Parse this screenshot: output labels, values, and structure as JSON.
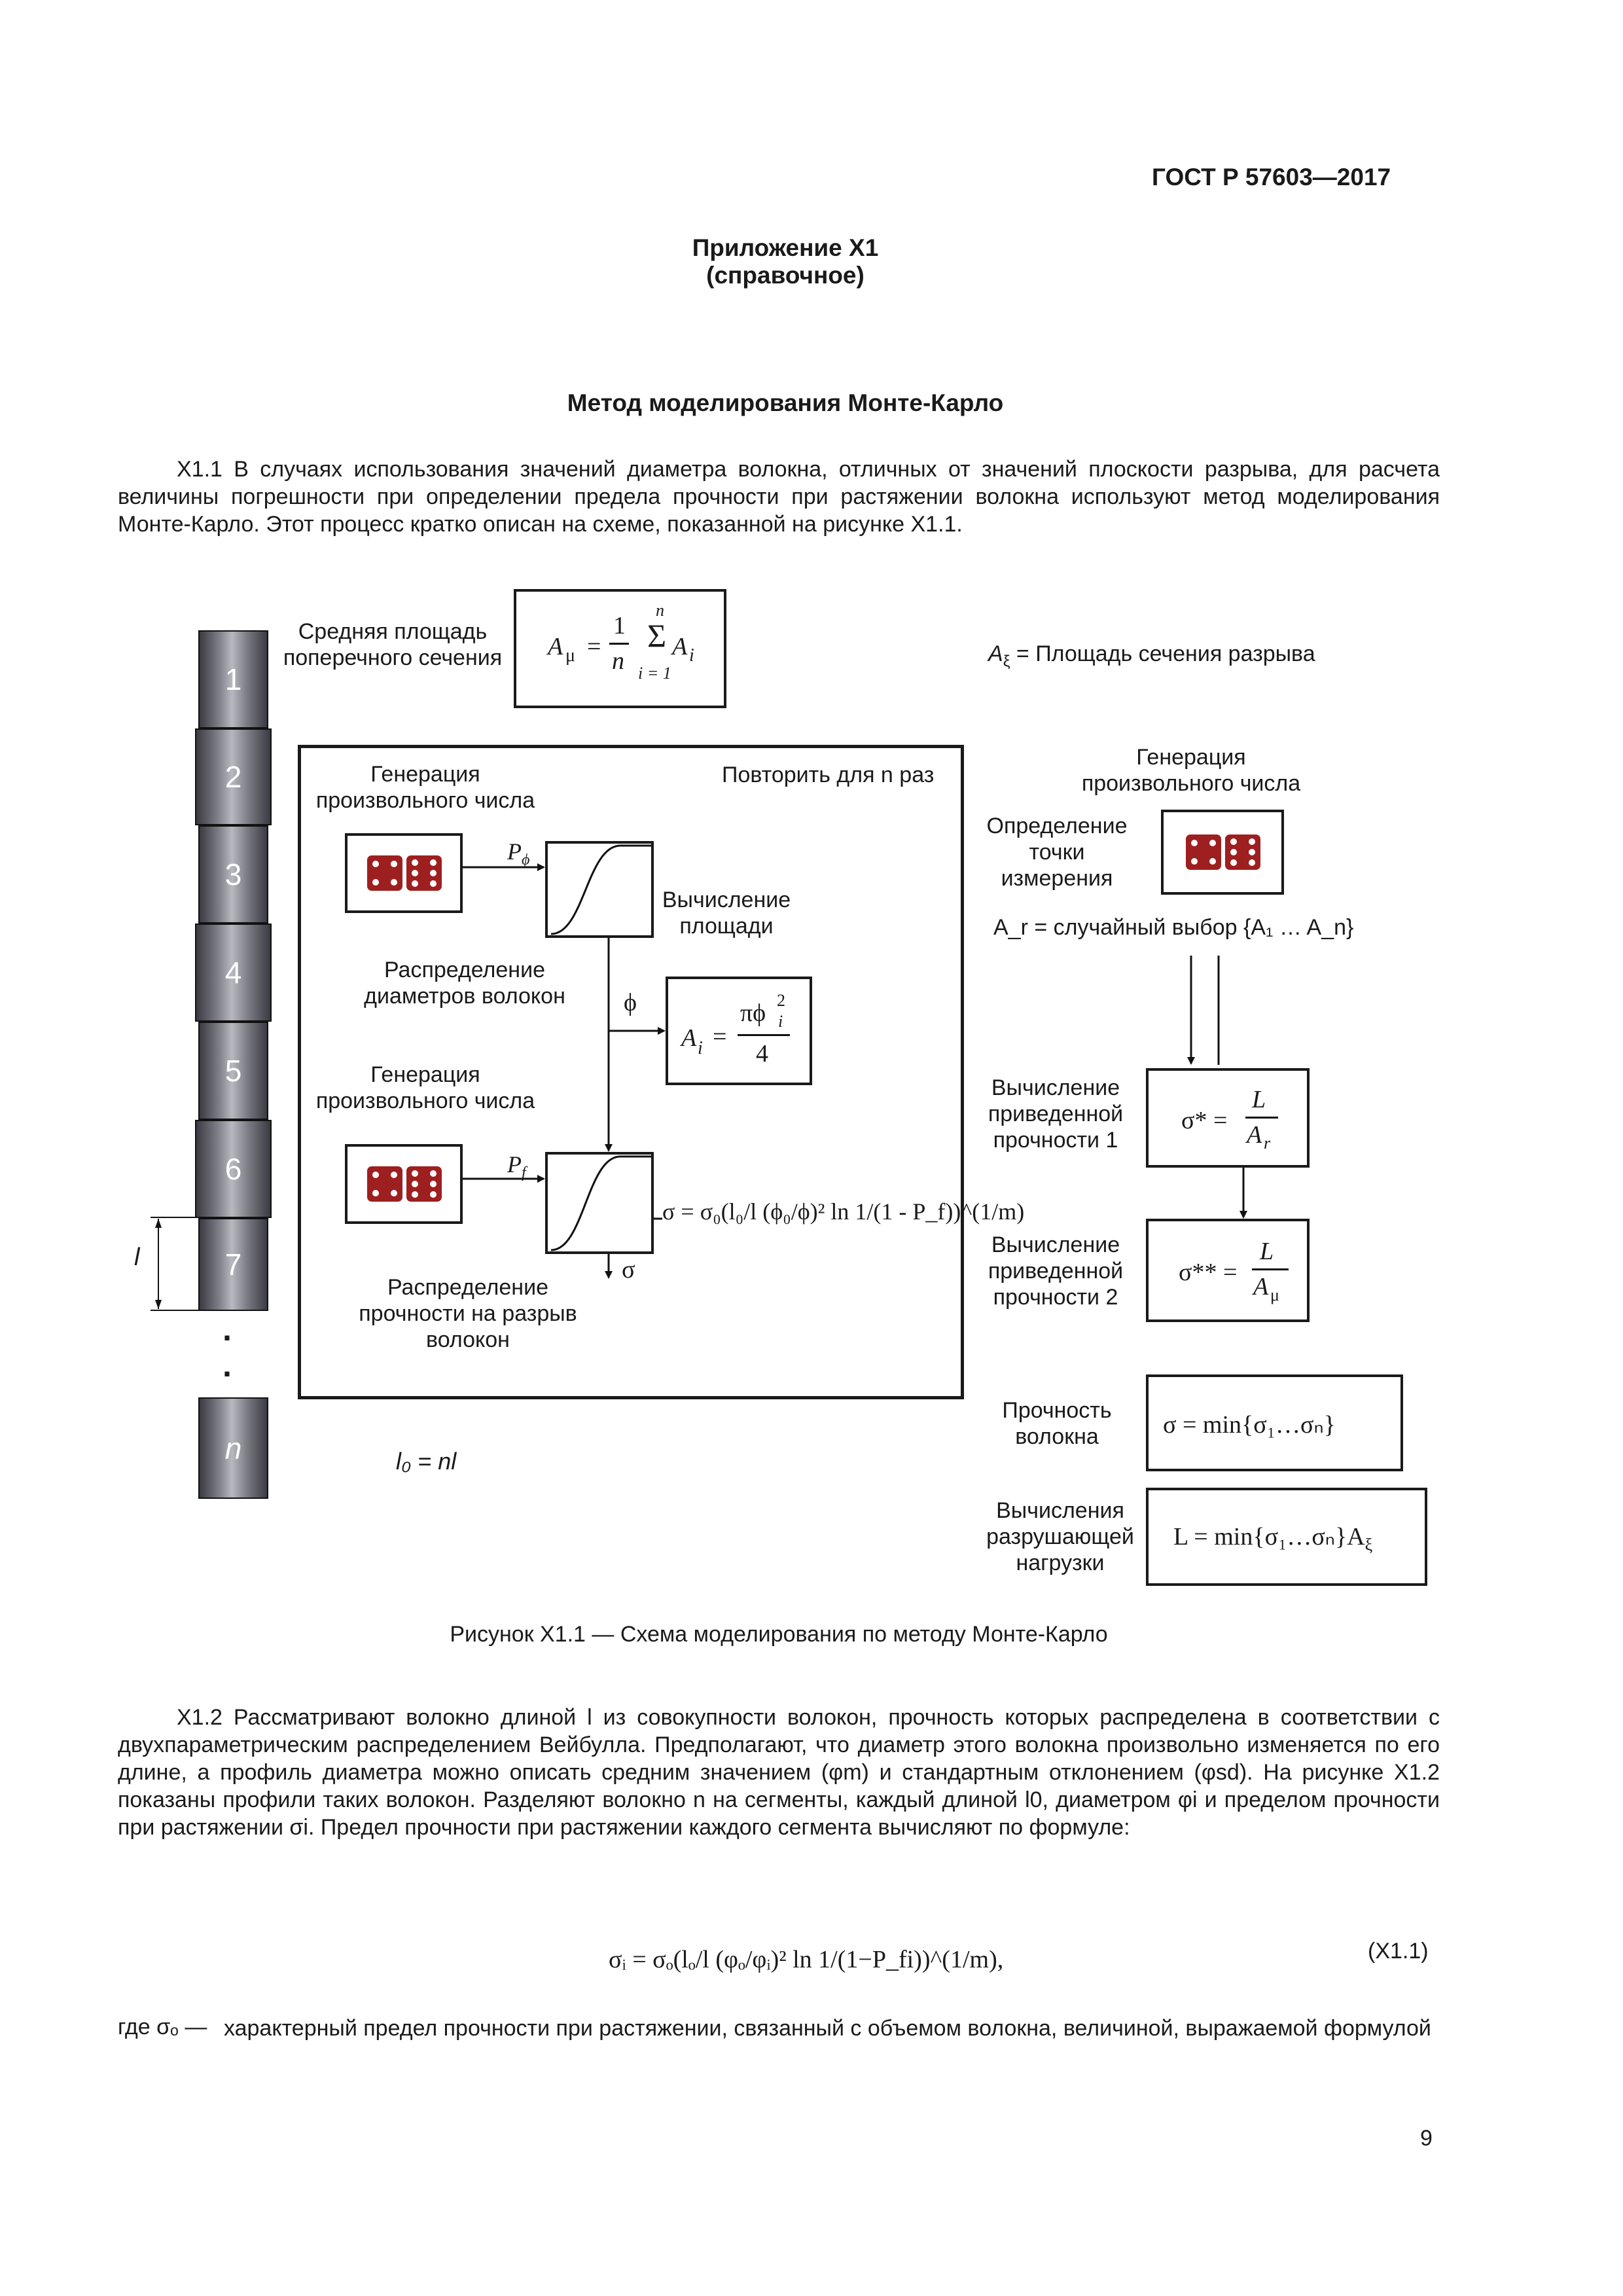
{
  "header": {
    "code": "ГОСТ Р 57603—2017"
  },
  "appendix": {
    "title": "Приложение Х1",
    "subtitle": "(справочное)"
  },
  "section_title": "Метод моделирования Монте-Карло",
  "para1": "Х1.1 В случаях использования значений диаметра волокна, отличных от значений плоскости разрыва, для расчета величины погрешности при определении предела прочности при растяжении волокна используют метод моделирования Монте-Карло. Этот процесс кратко описан на схеме, показанной на рисунке Х1.1.",
  "figure": {
    "segments": [
      "1",
      "2",
      "3",
      "4",
      "5",
      "6",
      "7",
      "n"
    ],
    "dots": "·",
    "seg_length_label": "l",
    "mean_area_label": [
      "Средняя площадь",
      "поперечного сечения"
    ],
    "mean_area_formula": {
      "lhs": "A",
      "lhs_sub": "μ",
      "eq": "=",
      "num": "1",
      "den": "n",
      "sum": "Σ",
      "sum_top": "n",
      "sum_bottom": "i = 1",
      "term": "A",
      "term_sub": "i"
    },
    "break_area": {
      "sym": "A",
      "sub": "ξ",
      "text": "= Площадь сечения разрыва"
    },
    "repeat_label": "Повторить для n раз",
    "gen_random_1": [
      "Генерация",
      "произвольного числа"
    ],
    "p_phi": {
      "sym": "P",
      "sub": "ϕ"
    },
    "area_calc": [
      "Вычисление",
      "площади"
    ],
    "diam_dist": [
      "Распределение",
      "диаметров волокон"
    ],
    "phi": "ϕ",
    "area_formula": {
      "lhs": "A",
      "lhs_sub": "i",
      "eq": "=",
      "num": "πϕ",
      "num_sup": "2",
      "num_sub": "i",
      "den": "4"
    },
    "gen_random_2": [
      "Генерация",
      "произвольного числа"
    ],
    "p_f": {
      "sym": "P",
      "sub": "f"
    },
    "strength_formula": "σ = σ₀(l₀/l (ϕ₀/ϕ)² ln 1/(1 - P_f))^(1/m)",
    "sigma": "σ",
    "strength_dist": [
      "Распределение",
      "прочности на разрыв",
      "волокон"
    ],
    "l0_label": "l₀ = nl",
    "gen_random_3": [
      "Генерация",
      "произвольного числа"
    ],
    "meas_point": [
      "Определение",
      "точки",
      "измерения"
    ],
    "ar_random": "A_r = случайный выбор {A₁ … A_n}",
    "calc_reduced_1": [
      "Вычисление",
      "приведенной",
      "прочности 1"
    ],
    "sigma_star": {
      "lhs": "σ* =",
      "num": "L",
      "den": "A",
      "den_sub": "r"
    },
    "calc_reduced_2": [
      "Вычисление",
      "приведенной",
      "прочности 2"
    ],
    "sigma_star2": {
      "lhs": "σ** =",
      "num": "L",
      "den": "A",
      "den_sub": "μ"
    },
    "fiber_strength": [
      "Прочность",
      "волокна"
    ],
    "sigma_min": "σ = min{σ₁…σₙ}",
    "break_load": [
      "Вычисления",
      "разрушающей",
      "нагрузки"
    ],
    "load_min": "L = min{σ₁…σₙ}A",
    "load_min_sub": "ξ"
  },
  "figure_caption": "Рисунок Х1.1 — Схема моделирования по методу Монте-Карло",
  "para2": "Х1.2 Рассматривают волокно длиной l из совокупности волокон, прочность которых распределена в соответствии с двухпараметрическим распределением Вейбулла. Предполагают, что диаметр этого волокна произвольно изменяется по его длине, а профиль диаметра можно описать средним значением (φm) и стандартным отклонением (φsd). На рисунке Х1.2 показаны профили таких волокон. Разделяют волокно n на сегменты, каждый длиной l0, диаметром φi и пределом прочности при растяжении σi. Предел прочности при растяжении каждого сегмента вычисляют по формуле:",
  "equation": {
    "text": "σᵢ = σₒ(lₒ/l (φₒ/φᵢ)² ln 1/(1−P_fi))^(1/m),",
    "number": "(Х1.1)"
  },
  "where": {
    "lead": "где σₒ —",
    "text": "характерный предел прочности при растяжении, связанный с объемом волокна, величиной, выражаемой формулой"
  },
  "page_number": "9"
}
